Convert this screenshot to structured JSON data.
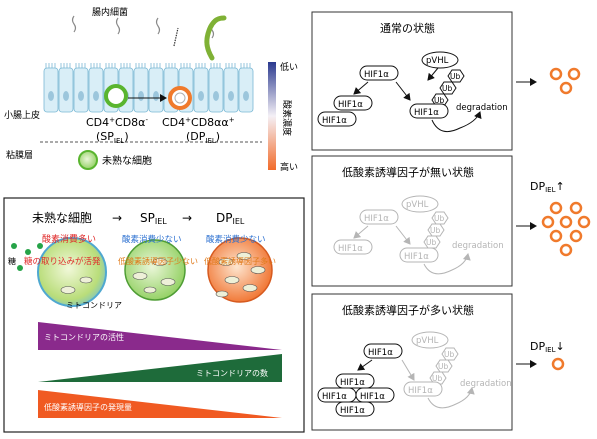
{
  "top_left": {
    "bacteria_label": "腸内細菌",
    "epithelium_label": "小腸上皮",
    "mucosa_label": "粘膜層",
    "immature_label": "未熟な細胞",
    "sp_label_main": "CD4",
    "sp_label_plus": "+",
    "sp_label_cd8": "CD8α",
    "sp_label_minus": "-",
    "sp_sub_open": "(SP",
    "sp_sub_iel": "IEL",
    "sp_sub_close": ")",
    "dp_label_main": "CD4",
    "dp_label_plus": "+",
    "dp_label_cd8": "CD8αα",
    "dp_label_sup": "+",
    "dp_sub_open": "(DP",
    "dp_sub_iel": "IEL",
    "dp_sub_close": ")",
    "scale_low": "低い",
    "scale_high": "高い",
    "scale_title": "酸素濃度",
    "colors": {
      "low": "#2b3a8f",
      "high": "#f26b2a"
    }
  },
  "bottom_left": {
    "stage1": "未熟な細胞",
    "arrow": "→",
    "stage2_main": "SP",
    "stage2_sub": "IEL",
    "stage3_main": "DP",
    "stage3_sub": "IEL",
    "o2_high": "酸素消費多い",
    "o2_low_1": "酸素消費少ない",
    "o2_low_2": "酸素消費少ない",
    "sugar_label": "糖",
    "sugar_uptake": "糖の取り込みが活発",
    "hif_low": "低酸素誘導因子少ない",
    "hif_high": "低酸素誘導因子多い",
    "mito_label": "ミトコンドリア",
    "wedge_activity": "ミトコンドリアの活性",
    "wedge_count": "ミトコンドリアの数",
    "wedge_expression": "低酸素誘導因子の発現量",
    "colors": {
      "activity": "#8a2a8c",
      "count": "#1e6b3a",
      "expression": "#f05a22"
    }
  },
  "panel_normal": {
    "title": "通常の状態",
    "hif": "HIF1α",
    "pvhl": "pVHL",
    "ub": "Ub",
    "degradation": "degradation"
  },
  "panel_none": {
    "title": "低酸素誘導因子が無い状態",
    "hif": "HIF1α",
    "pvhl": "pVHL",
    "ub": "Ub",
    "degradation": "degradation",
    "dp_main": "DP",
    "dp_sub": "IEL",
    "dp_arrow": "↑"
  },
  "panel_many": {
    "title": "低酸素誘導因子が多い状態",
    "hif": "HIF1α",
    "pvhl": "pVHL",
    "ub": "Ub",
    "degradation": "degradation",
    "dp_main": "DP",
    "dp_sub": "IEL",
    "dp_arrow": "↓"
  }
}
